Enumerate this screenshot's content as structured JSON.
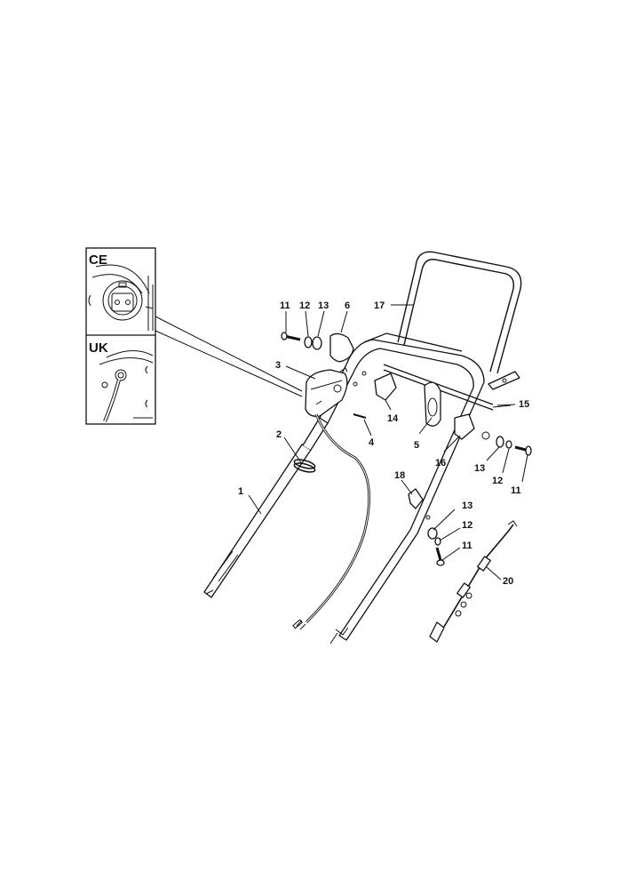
{
  "inset": {
    "top_label": "CE",
    "bottom_label": "UK"
  },
  "callouts": [
    {
      "id": "c11a",
      "text": "11"
    },
    {
      "id": "c12a",
      "text": "12"
    },
    {
      "id": "c13a",
      "text": "13"
    },
    {
      "id": "c6",
      "text": "6"
    },
    {
      "id": "c17",
      "text": "17"
    },
    {
      "id": "c3",
      "text": "3"
    },
    {
      "id": "c14",
      "text": "14"
    },
    {
      "id": "c15",
      "text": "15"
    },
    {
      "id": "c4",
      "text": "4"
    },
    {
      "id": "c2",
      "text": "2"
    },
    {
      "id": "c5",
      "text": "5"
    },
    {
      "id": "c16",
      "text": "16"
    },
    {
      "id": "c13b",
      "text": "13"
    },
    {
      "id": "c12b",
      "text": "12"
    },
    {
      "id": "c11b",
      "text": "11"
    },
    {
      "id": "c1",
      "text": "1"
    },
    {
      "id": "c18",
      "text": "18"
    },
    {
      "id": "c13c",
      "text": "13"
    },
    {
      "id": "c12c",
      "text": "12"
    },
    {
      "id": "c11c",
      "text": "11"
    },
    {
      "id": "c20",
      "text": "20"
    }
  ]
}
